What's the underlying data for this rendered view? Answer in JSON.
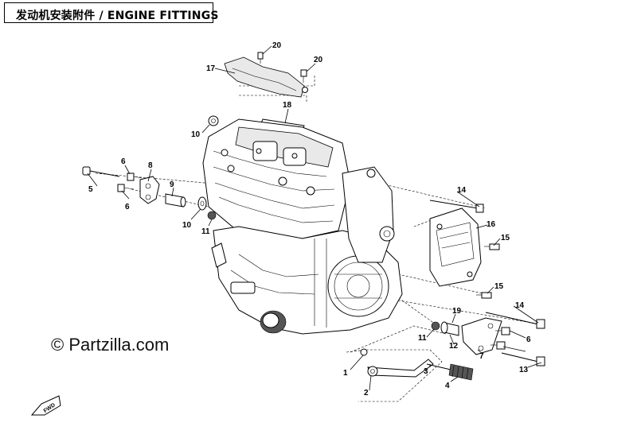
{
  "header": {
    "title": "发动机安装附件 / ENGINE FITTINGS"
  },
  "watermark": {
    "symbol": "©",
    "text": "Partzilla.com"
  },
  "fwd_badge": {
    "text": "FWD"
  },
  "callouts": {
    "c1": "1",
    "c2": "2",
    "c3": "3",
    "c4": "4",
    "c5": "5",
    "c6a": "6",
    "c6b": "6",
    "c6c": "6",
    "c7": "7",
    "c8": "8",
    "c9": "9",
    "c10a": "10",
    "c10b": "10",
    "c11a": "11",
    "c11b": "11",
    "c12": "12",
    "c13": "13",
    "c14a": "14",
    "c14b": "14",
    "c15a": "15",
    "c15b": "15",
    "c16": "16",
    "c17": "17",
    "c18": "18",
    "c19": "19",
    "c20a": "20",
    "c20b": "20"
  }
}
